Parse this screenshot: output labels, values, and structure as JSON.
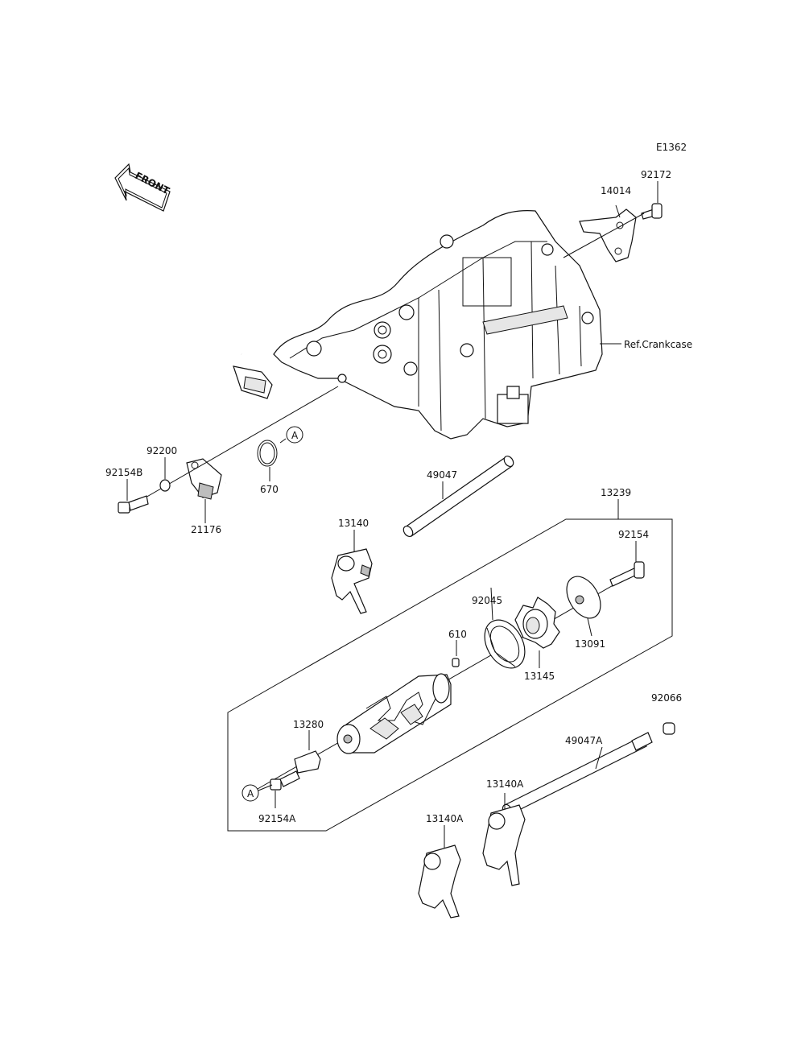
{
  "diagram": {
    "code": "E1362",
    "front_label": "FRONT",
    "ref_label": "Ref.Crankcase",
    "callouts": {
      "p92172": "92172",
      "p14014": "14014",
      "p92200": "92200",
      "p92154B": "92154B",
      "p21176": "21176",
      "p670": "670",
      "p49047": "49047",
      "p13239": "13239",
      "p13140": "13140",
      "p92154": "92154",
      "p92045": "92045",
      "p610": "610",
      "p13091": "13091",
      "p13145": "13145",
      "p92066": "92066",
      "p13280": "13280",
      "p49047A": "49047A",
      "p13140A_1": "13140A",
      "p13140A_2": "13140A",
      "p92154A": "92154A"
    },
    "refs": {
      "circle_a_upper": "A",
      "circle_a_lower": "A"
    }
  }
}
